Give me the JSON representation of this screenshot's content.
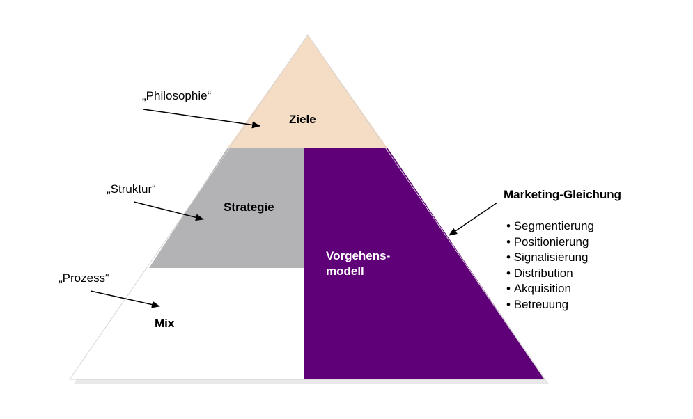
{
  "labels": {
    "philosophie": "„Philosophie“",
    "struktur": "„Struktur“",
    "prozess": "„Prozess“"
  },
  "levels": {
    "ziele": "Ziele",
    "strategie": "Strategie",
    "mix": "Mix",
    "vorgehensmodell_line1": "Vorgehens-",
    "vorgehensmodell_line2": "modell"
  },
  "marketing_gleichung": {
    "title": "Marketing-Gleichung",
    "items": [
      "Segmentierung",
      "Positionierung",
      "Signalisierung",
      "Distribution",
      "Akquisition",
      "Betreuung"
    ]
  },
  "colors": {
    "top": "#F5DCC4",
    "middle": "#B3B3B5",
    "bottom": "#FFFFFF",
    "right": "#600078",
    "outline": "#D0D0D0",
    "arrow": "#000000"
  }
}
